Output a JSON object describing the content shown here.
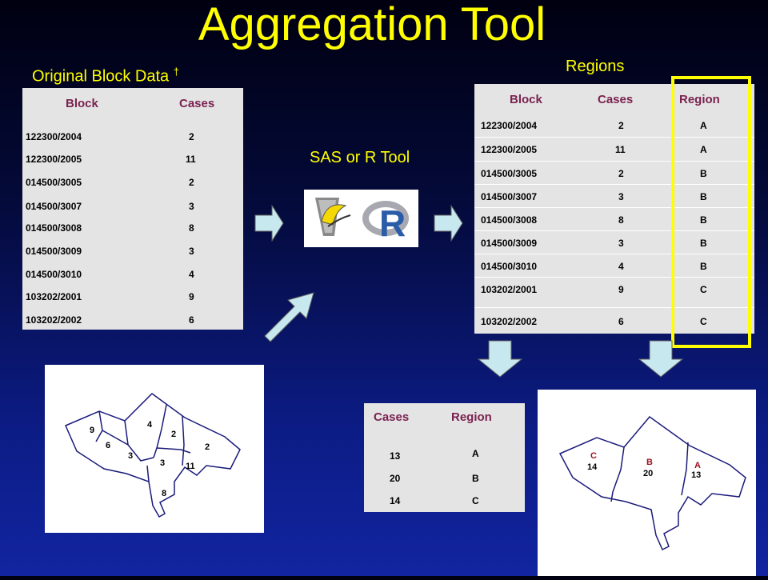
{
  "title": "Aggregation Tool",
  "original": {
    "caption": "Original Block Data",
    "dagger": "†",
    "headers": [
      "Block",
      "Cases"
    ],
    "rows": [
      [
        "122300/2004",
        "2"
      ],
      [
        "122300/2005",
        "11"
      ],
      [
        "014500/3005",
        "2"
      ],
      [
        "014500/3007",
        "3"
      ],
      [
        "014500/3008",
        "8"
      ],
      [
        "014500/3009",
        "3"
      ],
      [
        "014500/3010",
        "4"
      ],
      [
        "103202/2001",
        "9"
      ],
      [
        "103202/2002",
        "6"
      ]
    ]
  },
  "tool": {
    "caption": "SAS or R Tool",
    "r_letter": "R"
  },
  "regions": {
    "caption": "Regions",
    "headers": [
      "Block",
      "Cases",
      "Region"
    ],
    "rows": [
      [
        "122300/2004",
        "2",
        "A"
      ],
      [
        "122300/2005",
        "11",
        "A"
      ],
      [
        "014500/3005",
        "2",
        "B"
      ],
      [
        "014500/3007",
        "3",
        "B"
      ],
      [
        "014500/3008",
        "8",
        "B"
      ],
      [
        "014500/3009",
        "3",
        "B"
      ],
      [
        "014500/3010",
        "4",
        "B"
      ],
      [
        "103202/2001",
        "9",
        "C"
      ],
      [
        "103202/2002",
        "6",
        "C"
      ]
    ]
  },
  "summary": {
    "headers": [
      "Cases",
      "Region"
    ],
    "rows": [
      [
        "13",
        "A"
      ],
      [
        "20",
        "B"
      ],
      [
        "14",
        "C"
      ]
    ]
  },
  "block_map": {
    "labels": [
      "9",
      "6",
      "3",
      "4",
      "2",
      "2",
      "3",
      "11",
      "8"
    ]
  },
  "region_map": {
    "labels": [
      {
        "region": "C",
        "cases": "14"
      },
      {
        "region": "B",
        "cases": "20"
      },
      {
        "region": "A",
        "cases": "13"
      }
    ]
  },
  "colors": {
    "title": "#ffff00",
    "header_text": "#7a2250",
    "highlight": "#ffff00",
    "arrow": "#c8e8f0",
    "region_letter": "#a01020"
  }
}
